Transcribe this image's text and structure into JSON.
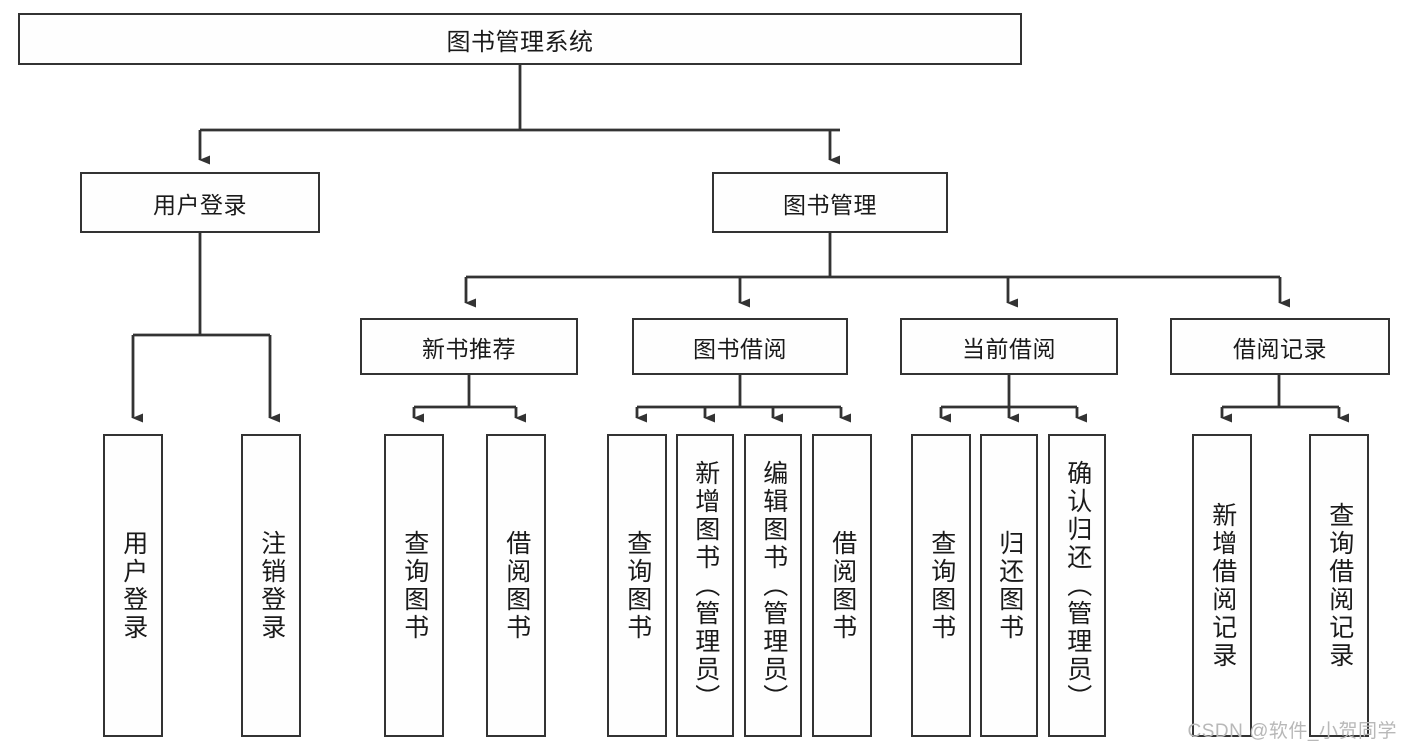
{
  "diagram": {
    "title": "图书管理系统",
    "type": "tree-hierarchy-flowchart",
    "watermark": "CSDN @软件_小贺同学",
    "colors": {
      "background": "#ffffff",
      "node_fill": "#fefefe",
      "border": "#333333",
      "text": "#1a1a1a",
      "watermark": "#b8b8b8"
    },
    "levels": {
      "root": [
        "图书管理系统"
      ],
      "level1": [
        "用户登录",
        "图书管理"
      ],
      "level2": [
        "新书推荐",
        "图书借阅",
        "当前借阅",
        "借阅记录"
      ],
      "leaves": [
        "用户登录",
        "注销登录",
        "查询图书",
        "借阅图书",
        "查询图书",
        "新增图书（管理员）",
        "编辑图书（管理员）",
        "借阅图书",
        "查询图书",
        "归还图书",
        "确认归还（管理员）",
        "新增借阅记录",
        "查询借阅记录"
      ]
    },
    "nodes": {
      "root": {
        "label": "图书管理系统"
      },
      "user_login": {
        "label": "用户登录"
      },
      "book_manage": {
        "label": "图书管理"
      },
      "new_book_rec": {
        "label": "新书推荐"
      },
      "book_borrow": {
        "label": "图书借阅"
      },
      "current_borrow": {
        "label": "当前借阅"
      },
      "borrow_record": {
        "label": "借阅记录"
      },
      "leaf_user_login": {
        "label": "用户登录"
      },
      "leaf_logout": {
        "label": "注销登录"
      },
      "leaf_query_book_1": {
        "label": "查询图书"
      },
      "leaf_borrow_book_1": {
        "label": "借阅图书"
      },
      "leaf_query_book_2": {
        "label": "查询图书"
      },
      "leaf_add_book": {
        "label": "新增图书（管理员）"
      },
      "leaf_edit_book": {
        "label": "编辑图书（管理员）"
      },
      "leaf_borrow_book_2": {
        "label": "借阅图书"
      },
      "leaf_query_book_3": {
        "label": "查询图书"
      },
      "leaf_return_book": {
        "label": "归还图书"
      },
      "leaf_confirm_return": {
        "label": "确认归还（管理员）"
      },
      "leaf_add_record": {
        "label": "新增借阅记录"
      },
      "leaf_query_record": {
        "label": "查询借阅记录"
      }
    }
  }
}
